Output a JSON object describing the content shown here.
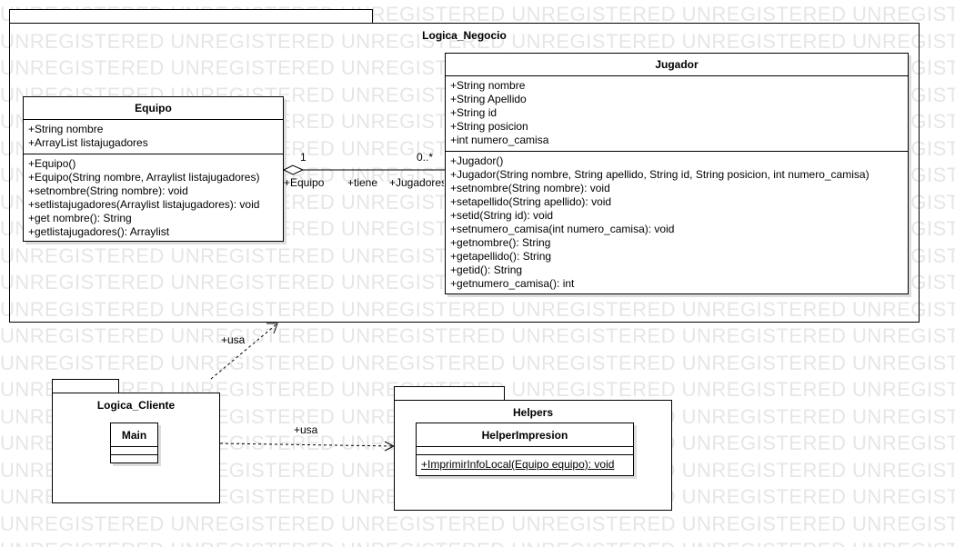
{
  "watermark": {
    "text": "UNREGISTERED"
  },
  "packages": {
    "negocio": {
      "name": "Logica_Negocio"
    },
    "cliente": {
      "name": "Logica_Cliente"
    },
    "helpers": {
      "name": "Helpers"
    }
  },
  "classes": {
    "equipo": {
      "name": "Equipo",
      "attributes": [
        "+String nombre",
        "+ArrayList listajugadores"
      ],
      "operations": [
        "+Equipo()",
        "+Equipo(String nombre, Arraylist listajugadores)",
        "+setnombre(String nombre): void",
        "+setlistajugadores(Arraylist listajugadores): void",
        "+get nombre(): String",
        "+getlistajugadores(): Arraylist"
      ]
    },
    "jugador": {
      "name": "Jugador",
      "attributes": [
        "+String nombre",
        "+String Apellido",
        "+String id",
        "+String posicion",
        "+int numero_camisa"
      ],
      "operations": [
        "+Jugador()",
        "+Jugador(String nombre, String apellido, String id, String posicion, int numero_camisa)",
        "+setnombre(String nombre): void",
        "+setapellido(String apellido): void",
        "+setid(String id): void",
        "+setnumero_camisa(int numero_camisa): void",
        "+getnombre(): String",
        "+getapellido(): String",
        "+getid(): String",
        "+getnumero_camisa(): int"
      ]
    },
    "main": {
      "name": "Main"
    },
    "helper": {
      "name": "HelperImpresion",
      "operations": [
        "+ImprimirInfoLocal(Equipo equipo): void"
      ]
    }
  },
  "association": {
    "mult_equipo": "1",
    "mult_jugador": "0..*",
    "role_equipo": "+Equipo",
    "name": "+tiene",
    "role_jugador": "+Jugadores"
  },
  "dependencies": {
    "cliente_to_negocio": "+usa",
    "cliente_to_helpers": "+usa"
  }
}
